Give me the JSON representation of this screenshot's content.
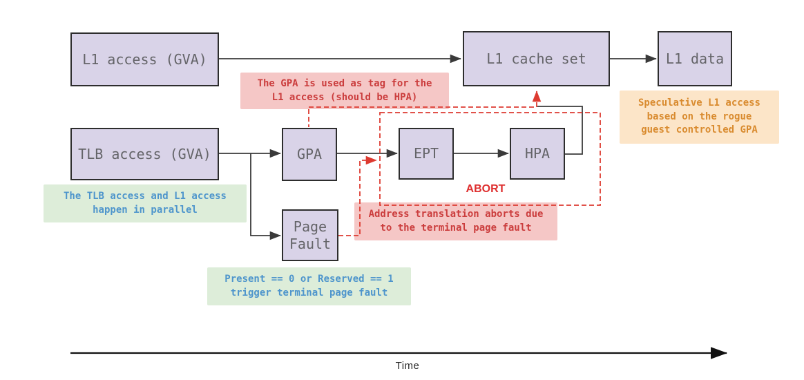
{
  "nodes": {
    "l1_access": {
      "label": "L1 access (GVA)"
    },
    "l1_cache_set": {
      "label": "L1 cache set"
    },
    "l1_data": {
      "label": "L1 data"
    },
    "tlb_access": {
      "label": "TLB access (GVA)"
    },
    "gpa": {
      "label": "GPA"
    },
    "ept": {
      "label": "EPT"
    },
    "hpa": {
      "label": "HPA"
    },
    "page_fault": {
      "label": "Page\nFault"
    }
  },
  "annotations": {
    "gpa_tag": {
      "text": "The GPA is used as tag for the\nL1 access (should be HPA)",
      "type": "red"
    },
    "parallel": {
      "text": "The TLB access and L1 access\nhappen in parallel",
      "type": "green"
    },
    "page_fault_trigger": {
      "text": "Present == 0 or Reserved == 1\ntrigger terminal page fault",
      "type": "green"
    },
    "abort_reason": {
      "text": "Address translation aborts due\nto the terminal page fault",
      "type": "red"
    },
    "speculative": {
      "text": "Speculative L1 access\nbased on the rogue\nguest controlled GPA",
      "type": "orange"
    }
  },
  "labels": {
    "abort": "ABORT",
    "time": "Time"
  },
  "colors": {
    "node_fill": "#d9d3e8",
    "node_border": "#2d2d2d",
    "node_text": "#646468",
    "red_annotation_bg": "#f5c7c6",
    "red_annotation_text": "#cb3d3d",
    "green_annotation_bg": "#ddedd9",
    "green_annotation_text": "#4e95cc",
    "orange_annotation_bg": "#fce5c8",
    "orange_annotation_text": "#d98b2f",
    "solid_line": "#3a3a3a",
    "dashed_line": "#dd3a30",
    "abort_text": "#de2f2f",
    "time_axis": "#111111"
  }
}
